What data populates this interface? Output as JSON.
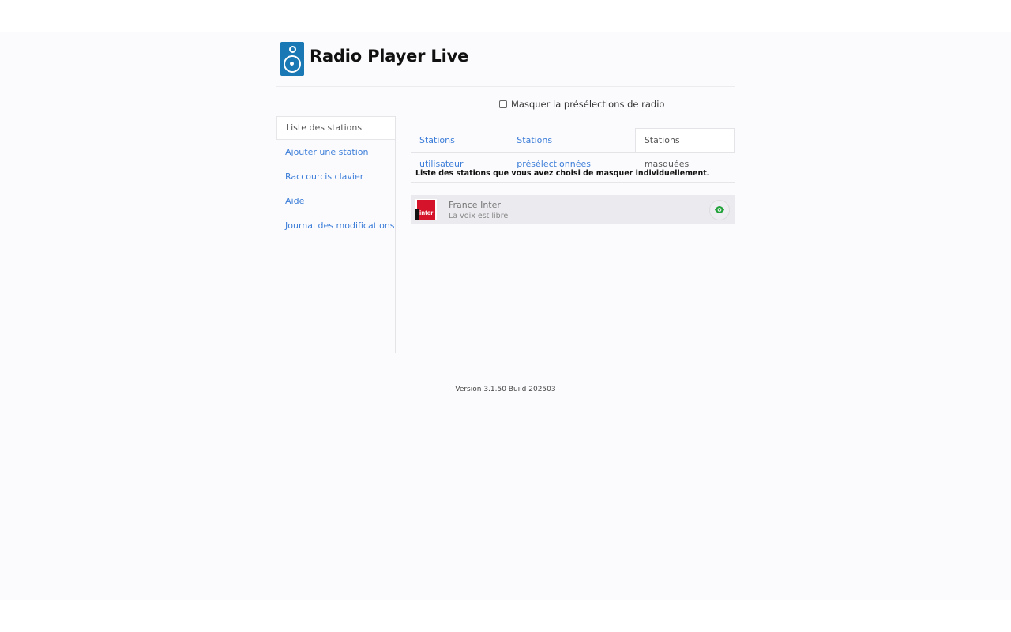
{
  "app": {
    "title": "Radio Player Live",
    "logo_icon": "speaker-icon"
  },
  "options": {
    "hide_presets_label": "Masquer la présélections de radio",
    "hide_presets_checked": false
  },
  "sidebar": {
    "items": [
      {
        "label": "Liste des stations",
        "active": true
      },
      {
        "label": "Ajouter une station",
        "active": false
      },
      {
        "label": "Raccourcis clavier",
        "active": false
      },
      {
        "label": "Aide",
        "active": false
      },
      {
        "label": "Journal des modifications",
        "active": false
      }
    ]
  },
  "tabs": [
    {
      "label": "Stations utilisateur",
      "active": false
    },
    {
      "label": "Stations présélectionnées",
      "active": false
    },
    {
      "label": "Stations masquées",
      "active": true
    }
  ],
  "hidden_stations": {
    "description": "Liste des stations que vous avez choisi de masquer individuellement.",
    "items": [
      {
        "name": "France Inter",
        "slogan": "La voix est libre",
        "logo_text": "inter",
        "action_icon": "eye-icon",
        "action_color": "#22a33a"
      }
    ]
  },
  "footer": {
    "version": "Version 3.1.50 Build 202503"
  },
  "colors": {
    "accent": "#3d7ed9",
    "logo_blue": "#1a78b4",
    "page_bg": "#fbfbfd"
  }
}
